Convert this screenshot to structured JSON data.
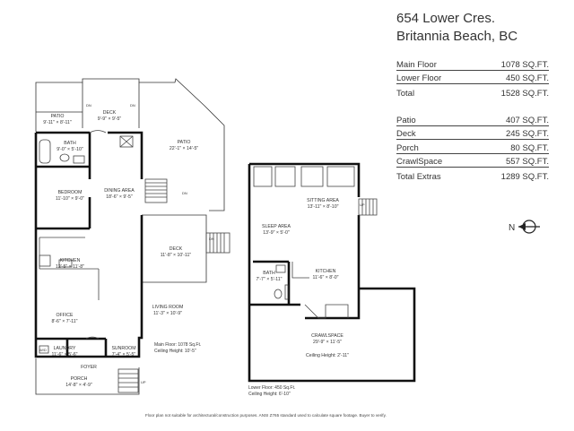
{
  "property": {
    "address_line1": "654 Lower Cres.",
    "address_line2": "Britannia Beach, BC"
  },
  "areas": {
    "main_floor": {
      "label": "Main Floor",
      "value": "1078 SQ.FT."
    },
    "lower_floor": {
      "label": "Lower Floor",
      "value": "450 SQ.FT."
    },
    "total": {
      "label": "Total",
      "value": "1528 SQ.FT."
    }
  },
  "extras": {
    "patio": {
      "label": "Patio",
      "value": "407 SQ.FT."
    },
    "deck": {
      "label": "Deck",
      "value": "245 SQ.FT."
    },
    "porch": {
      "label": "Porch",
      "value": "80 SQ.FT."
    },
    "crawlspace": {
      "label": "CrawlSpace",
      "value": "557 SQ.FT."
    },
    "total": {
      "label": "Total Extras",
      "value": "1289 SQ.FT."
    }
  },
  "compass_label": "N",
  "rooms": {
    "patio_left": {
      "name": "PATIO",
      "dim": "9'-11\" × 8'-11\""
    },
    "deck_top": {
      "name": "DECK",
      "dim": "9'-9\" × 9'-5\""
    },
    "patio_right": {
      "name": "PATIO",
      "dim": "22'-1\" × 14'-5\""
    },
    "bath_main": {
      "name": "BATH",
      "dim": "9'-0\" × 5'-10\""
    },
    "bedroom": {
      "name": "BEDROOM",
      "dim": "11'-10\" × 9'-0\""
    },
    "dining": {
      "name": "DINING AREA",
      "dim": "18'-6\" × 9'-5\""
    },
    "kitchen_main": {
      "name": "KITCHEN",
      "dim": "12'-5\" × 11'-8\""
    },
    "deck_right": {
      "name": "DECK",
      "dim": "11'-8\" × 10'-11\""
    },
    "living": {
      "name": "LIVING ROOM",
      "dim": "11'-3\" × 10'-9\""
    },
    "office": {
      "name": "OFFICE",
      "dim": "8'-6\" × 7'-11\""
    },
    "laundry": {
      "name": "LAUNDRY",
      "dim": "11'-6\" × 5'-6\""
    },
    "foyer": {
      "name": "FOYER",
      "dim": ""
    },
    "sunroom": {
      "name": "SUNROOM",
      "dim": "7'-4\" × 5'-5\""
    },
    "porch": {
      "name": "PORCH",
      "dim": "14'-8\" × 4'-9\""
    },
    "sitting": {
      "name": "SITTING AREA",
      "dim": "13'-11\" × 8'-10\""
    },
    "sleep": {
      "name": "SLEEP AREA",
      "dim": "13'-9\" × 5'-0\""
    },
    "bath_lower": {
      "name": "BATH",
      "dim": "7'-7\" × 5'-11\""
    },
    "kitchen_lower": {
      "name": "KITCHEN",
      "dim": "11'-6\" × 8'-0\""
    },
    "crawlspace": {
      "name": "CRAWLSPACE",
      "dim": "29'-9\" × 11'-5\"",
      "note": "Ceiling Height: 2'-11\""
    }
  },
  "marks": {
    "dn": "DN",
    "up": "UP",
    "wd": "W/D"
  },
  "floor_notes": {
    "main_area": "Main Floor: 1078 Sq.Ft.",
    "main_ceiling": "Ceiling Height: 10'-5\"",
    "lower_area": "Lower Floor: 450 Sq.Ft.",
    "lower_ceiling": "Ceiling Height: 6'-10\""
  },
  "disclaimer": "Floor plan not suitable for architectural/construction purposes. ANSI Z765 standard used to calculate square footage. Buyer to verify."
}
